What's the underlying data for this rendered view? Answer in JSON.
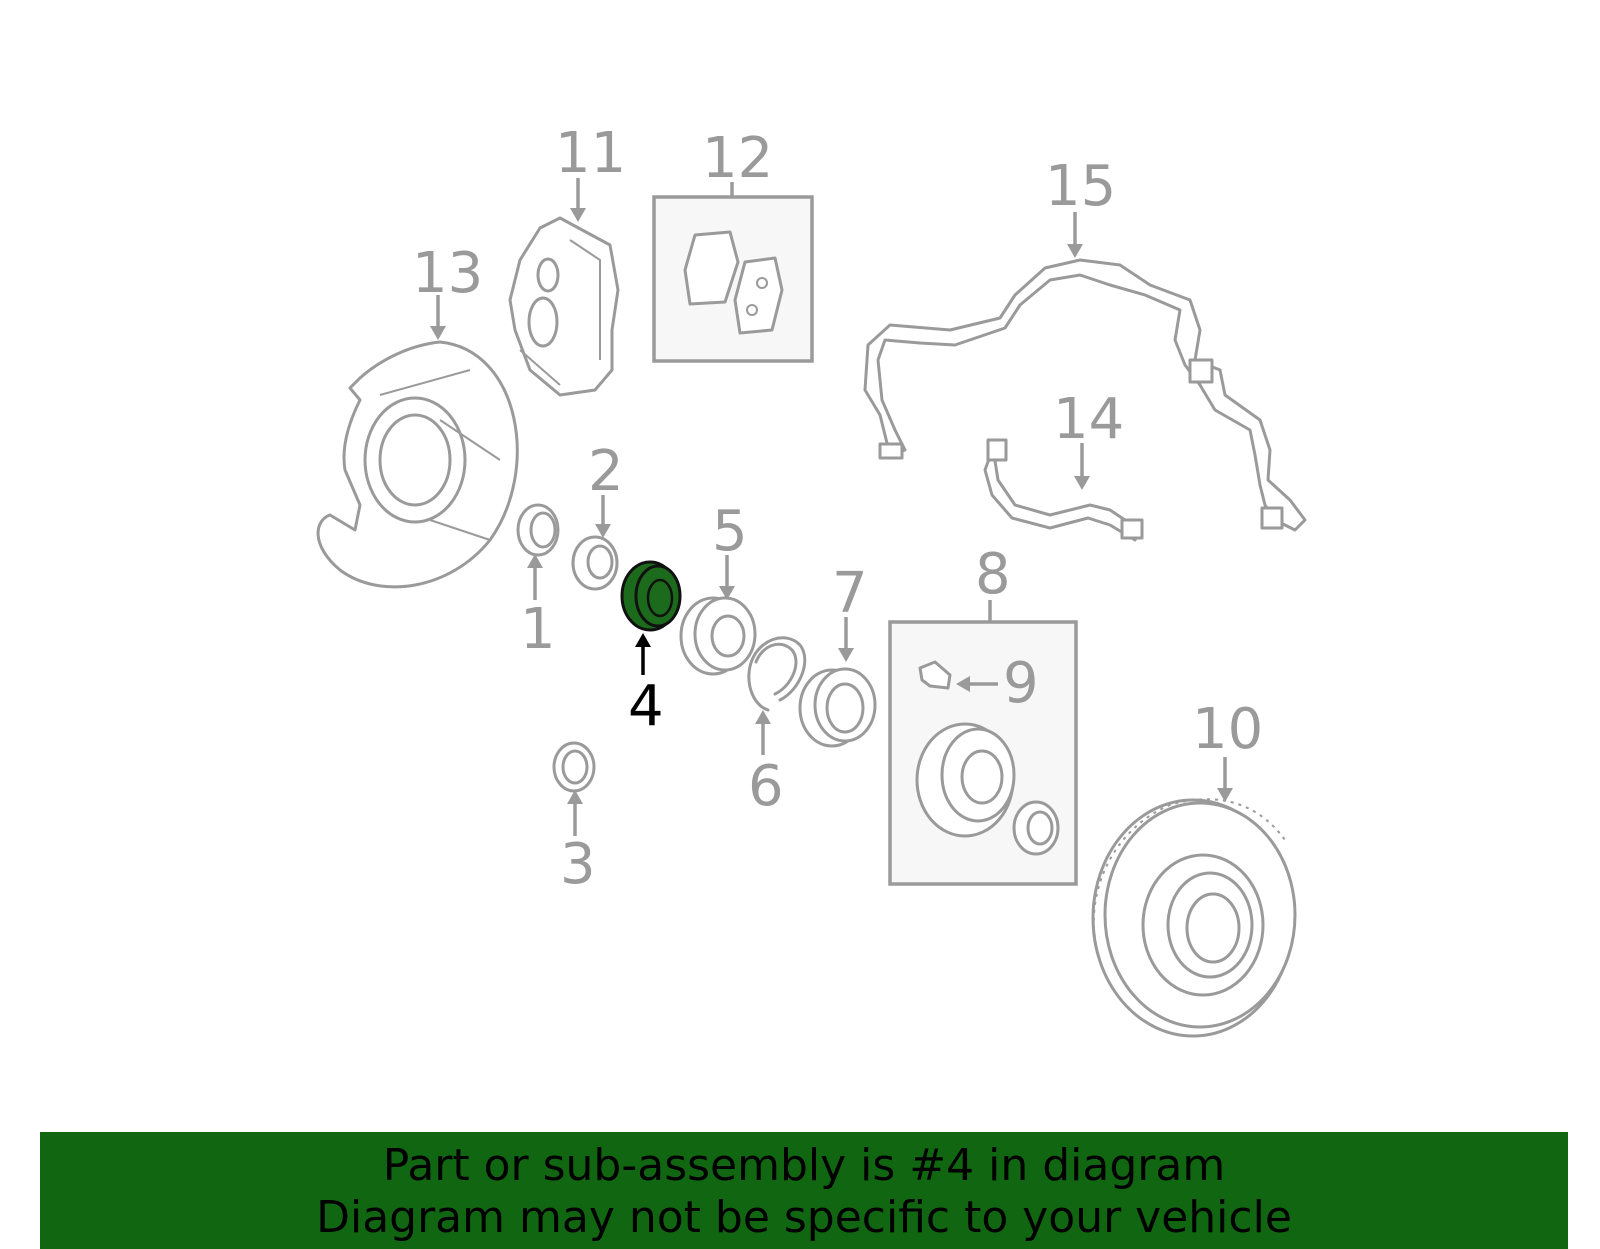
{
  "diagram": {
    "highlighted_part": "4",
    "callouts": [
      "1",
      "2",
      "3",
      "4",
      "5",
      "6",
      "7",
      "8",
      "9",
      "10",
      "11",
      "12",
      "13",
      "14",
      "15"
    ],
    "highlight_color": "#1c6b1c",
    "line_color": "#9a9a9a"
  },
  "banner": {
    "line1": "Part or sub-assembly is #4 in diagram",
    "line2": "Diagram may not be specific to your vehicle",
    "background": "#116611"
  }
}
